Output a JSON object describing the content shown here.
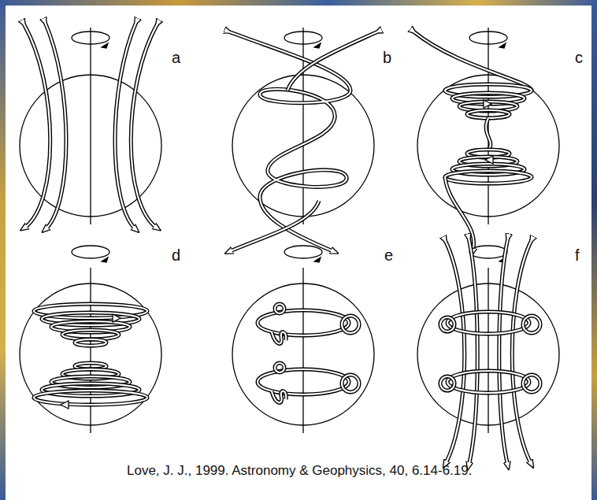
{
  "diagram": {
    "caption": "Love, J. J., 1999. Astronomy & Geophysics, 40, 6.14-6.19.",
    "labels": [
      "a",
      "b",
      "c",
      "d",
      "e",
      "f"
    ]
  }
}
